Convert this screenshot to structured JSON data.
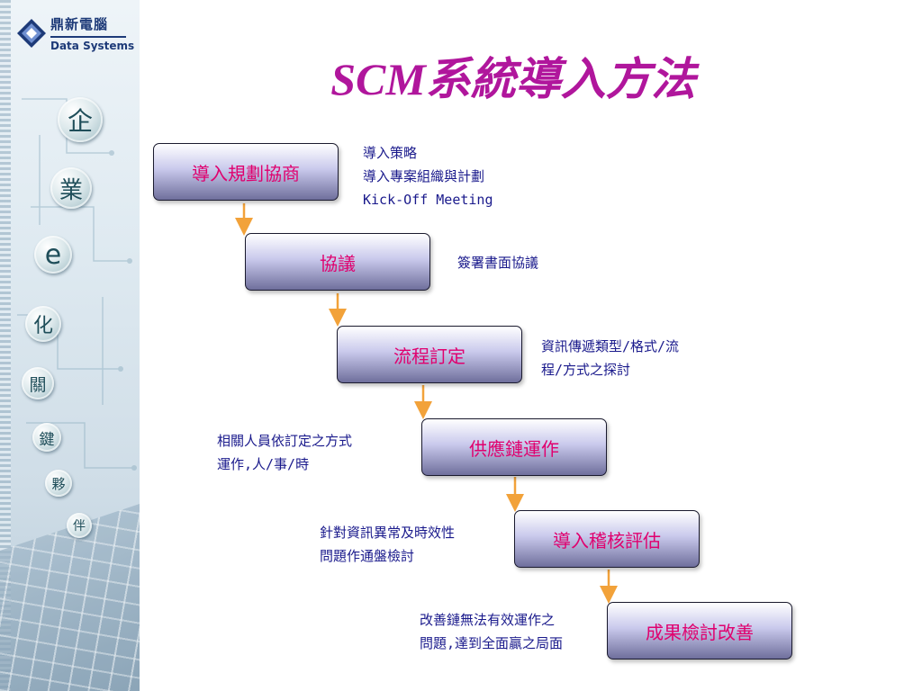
{
  "logo": {
    "brand_cn": "鼎新電腦",
    "brand_en": "Data Systems"
  },
  "sidebar_chars": [
    "企",
    "業",
    "e",
    "化",
    "關",
    "鍵",
    "夥",
    "伴"
  ],
  "title": "SCM系統導入方法",
  "steps": [
    {
      "label": "導入規劃協商",
      "notes": [
        "導入策略",
        "導入專案組織與計劃",
        "Kick-Off  Meeting"
      ]
    },
    {
      "label": "協議",
      "notes": [
        "簽署書面協議"
      ]
    },
    {
      "label": "流程訂定",
      "notes": [
        "資訊傳遞類型/格式/流",
        "程/方式之探討"
      ]
    },
    {
      "label": "供應鏈運作",
      "notes": [
        "相關人員依訂定之方式",
        "運作,人/事/時"
      ]
    },
    {
      "label": "導入稽核評估",
      "notes": [
        "針對資訊異常及時效性",
        "問題作通盤檢討"
      ]
    },
    {
      "label": "成果檢討改善",
      "notes": [
        "改善鏈無法有效運作之",
        "問題,達到全面贏之局面"
      ]
    }
  ],
  "colors": {
    "title": "#b0169c",
    "step_text": "#e0006e",
    "note_text": "#1a1a8c",
    "arrow": "#f2a23a"
  }
}
